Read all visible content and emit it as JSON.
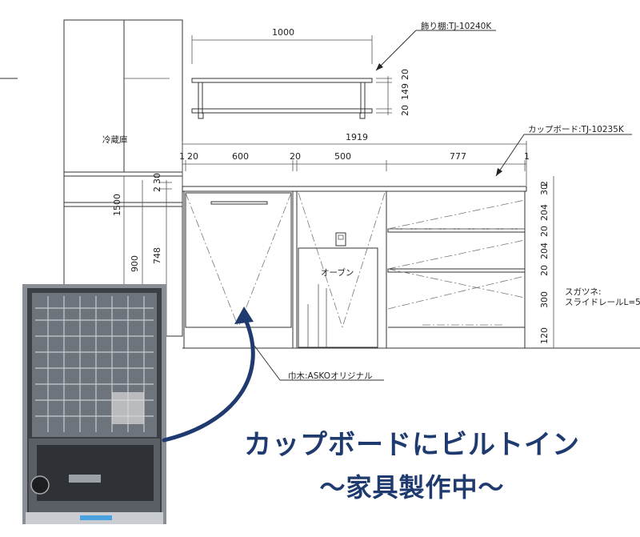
{
  "drawing": {
    "shelf_label": "飾り棚:TJ-10240K",
    "cupboard_label": "カップボード:TJ-10235K",
    "fridge_label": "冷蔵庫",
    "oven_label": "オーブン",
    "plinth_label": "巾木:ASKOオリジナル",
    "note_line1": "スガツネ:",
    "note_line2": "スライドレールL=5",
    "dims": {
      "shelf_width": "1000",
      "shelf_h1": "20",
      "shelf_h2": "149",
      "shelf_h3": "20",
      "total": "1919",
      "seg_1": "1",
      "seg_20a": "20",
      "seg_600": "600",
      "seg_20b": "20",
      "seg_500": "500",
      "seg_777": "777",
      "seg_1b": "1",
      "r_2": "2",
      "r_30": "30",
      "r_204a": "204",
      "r_20a": "20",
      "r_204b": "204",
      "r_20b": "20",
      "r_300": "300",
      "r_120": "120",
      "l_1500": "1500",
      "l_900": "900",
      "l_748": "748",
      "l_2": "2",
      "l_30": "30"
    }
  },
  "photo": {
    "subject": "open dishwasher photo"
  },
  "promo": {
    "line1": "カップボードにビルトイン",
    "line2": "〜家具製作中〜"
  }
}
